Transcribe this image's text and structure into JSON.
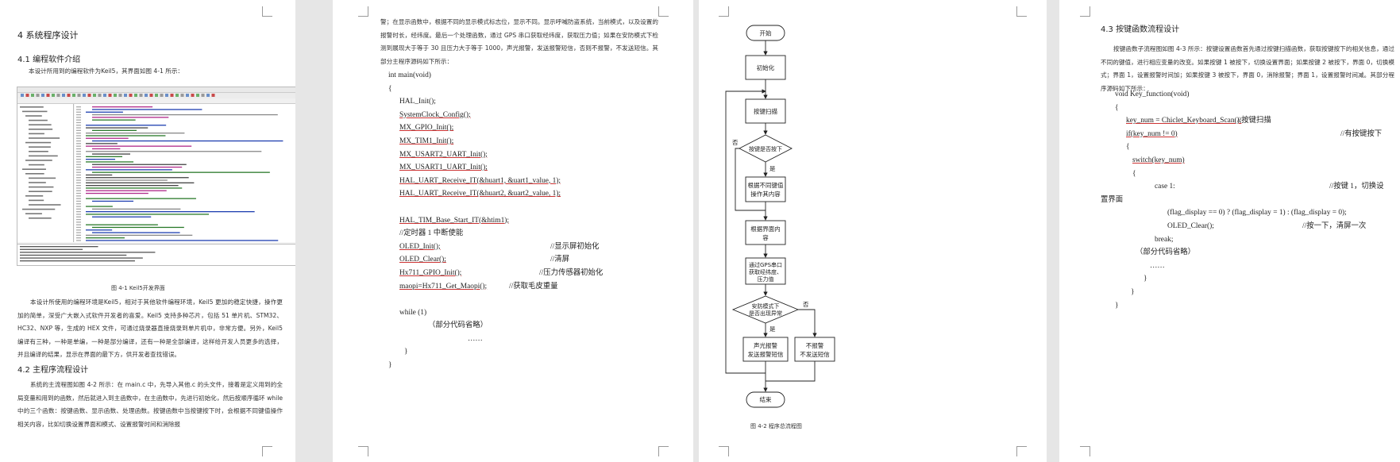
{
  "page1": {
    "section_title": "4 系统程序设计",
    "s41_title": "4.1 编程软件介绍",
    "s41_intro": "本设计所用到的编程软件为Keil5，其界面如图 4-1 所示：",
    "fig1_caption": "图 4-1 Keil5开发界面",
    "s41_body": "本设计所使用的编程环境是Keil5，相对于其他软件编程环境，Keil5 更加的稳定快捷，操作更加的简单，深受广大嵌入式软件开发者的喜爱。Keil5 支持多种芯片，包括 51 单片机、STM32、HC32、NXP 等，生成的 HEX 文件，可通过烧录器直接烧录到单片机中，非常方便。另外，Keil5 编译有三种，一种是单编，一种是部分编译，还有一种是全部编译，这样给开发人员更多的选择，并且编译的结果，显示在界面的最下方，供开发者查找错误。",
    "s42_title": "4.2 主程序流程设计",
    "s42_body": "系统的主流程图如图 4-2 所示：在 main.c 中，先导入其他.c 的头文件，接着是定义用到的全局变量和用到的函数，然后就进入到主函数中，在主函数中，先进行初始化，然后按顺序循环 while 中的三个函数：按键函数、显示函数、处理函数。按键函数中当按键按下时，会根据不同键值操作相关内容，比如切换设置界面和模式、设置报警时间和消除报"
  },
  "page2": {
    "body": "警；在显示函数中，根据不同的显示模式标志位，显示不同。显示呼喊防盗系统，当前模式，以及设置的报警时长，经纬度。最后一个处理函数，通过 GPS 串口获取经纬度，获取压力值；如果在安防模式下检测到展现大于等于 30 且压力大于等于 1000，声光报警，发送报警短信，否则不报警，不发送短信。其部分主程序源码如下所示：",
    "code": [
      {
        "text": "int main(void)",
        "comment": ""
      },
      {
        "text": "{",
        "comment": ""
      },
      {
        "text": "HAL_Init();",
        "comment": ""
      },
      {
        "text": "SystemClock_Config();",
        "comment": ""
      },
      {
        "text": "MX_GPIO_Init();",
        "comment": ""
      },
      {
        "text": "MX_TIM1_Init();",
        "comment": ""
      },
      {
        "text": "MX_USART2_UART_Init();",
        "comment": ""
      },
      {
        "text": "MX_USART1_UART_Init();",
        "comment": ""
      },
      {
        "text": "HAL_UART_Receive_IT(&huart1, &uart1_value, 1);",
        "comment": ""
      },
      {
        "text": "HAL_UART_Receive_IT(&huart2, &uart2_value, 1);",
        "comment": ""
      },
      {
        "text": "",
        "comment": ""
      },
      {
        "text": "HAL_TIM_Base_Start_IT(&htim1);",
        "comment": ""
      },
      {
        "text": "//定时器 1 中断使能",
        "comment": ""
      },
      {
        "text": "OLED_Init();",
        "comment": "//显示屏初始化"
      },
      {
        "text": "OLED_Clear();",
        "comment": "//清屏"
      },
      {
        "text": "Hx711_GPIO_Init();",
        "comment": "//压力传感器初始化"
      },
      {
        "text": "maopi=Hx711_Get_Maopi();",
        "comment": "//获取毛皮重量"
      },
      {
        "text": "",
        "comment": ""
      },
      {
        "text": "while (1)",
        "comment": ""
      },
      {
        "text": "（部分代码省略）",
        "comment": ""
      },
      {
        "text": "……",
        "comment": ""
      },
      {
        "text": "}",
        "comment": ""
      },
      {
        "text": "}",
        "comment": ""
      }
    ]
  },
  "page3": {
    "flow": {
      "start": "开始",
      "init": "初始化",
      "scan": "按键扫描",
      "decision1": "按键是否按下",
      "process1_l1": "根据不同键值",
      "process1_l2": "操作其内容",
      "display_l1": "根据界面内",
      "display_l2": "容",
      "serial_l1": "通过GPS串口",
      "serial_l2": "获取经纬度、",
      "serial_l3": "压力值",
      "decision2_l1": "安防模式下",
      "decision2_l2": "是否出现异常",
      "alarm_l1": "声光报警",
      "alarm_l2": "发送报警短信",
      "noalarm_l1": "不报警",
      "noalarm_l2": "不发送短信",
      "end": "结束",
      "yes": "是",
      "no": "否"
    },
    "fig2_caption": "图 4-2  程序总流程图"
  },
  "page4": {
    "s43_title": "4.3 按键函数流程设计",
    "s43_body": "按键函数子流程图如图 4-3 所示：按键设置函数首先通过按键扫描函数，获取按键按下的相关信息，通过不同的键值，进行相应变量的改变。如果按键 1 被按下，切换设置界面；如果按键 2 被按下，界面 0，切换模式；界面 1，设置报警时间加；如果按键 3 被按下，界面 0，消除报警；界面 1，设置报警时间减。其部分程序源码如下所示：",
    "code": [
      {
        "text": "void Key_function(void)",
        "comment": ""
      },
      {
        "text": "{",
        "comment": ""
      },
      {
        "text": "key_num = Chiclet_Keyboard_Scan();",
        "comment": "//按键扫描"
      },
      {
        "text": "if(key_num != 0)",
        "comment": "//有按键按下"
      },
      {
        "text": "{",
        "comment": ""
      },
      {
        "text": "switch(key_num)",
        "comment": ""
      },
      {
        "text": "{",
        "comment": ""
      },
      {
        "text": "case 1:",
        "comment": "//按键 1，切换设"
      },
      {
        "text": "置界面",
        "comment": ""
      },
      {
        "text": "(flag_display == 0) ? (flag_display = 1) : (flag_display = 0);",
        "comment": ""
      },
      {
        "text": "OLED_Clear();",
        "comment": "//按一下，清屏一次"
      },
      {
        "text": "break;",
        "comment": ""
      },
      {
        "text": "（部分代码省略）",
        "comment": ""
      },
      {
        "text": "……",
        "comment": ""
      },
      {
        "text": "}",
        "comment": ""
      },
      {
        "text": "}",
        "comment": ""
      },
      {
        "text": "}",
        "comment": ""
      }
    ]
  }
}
